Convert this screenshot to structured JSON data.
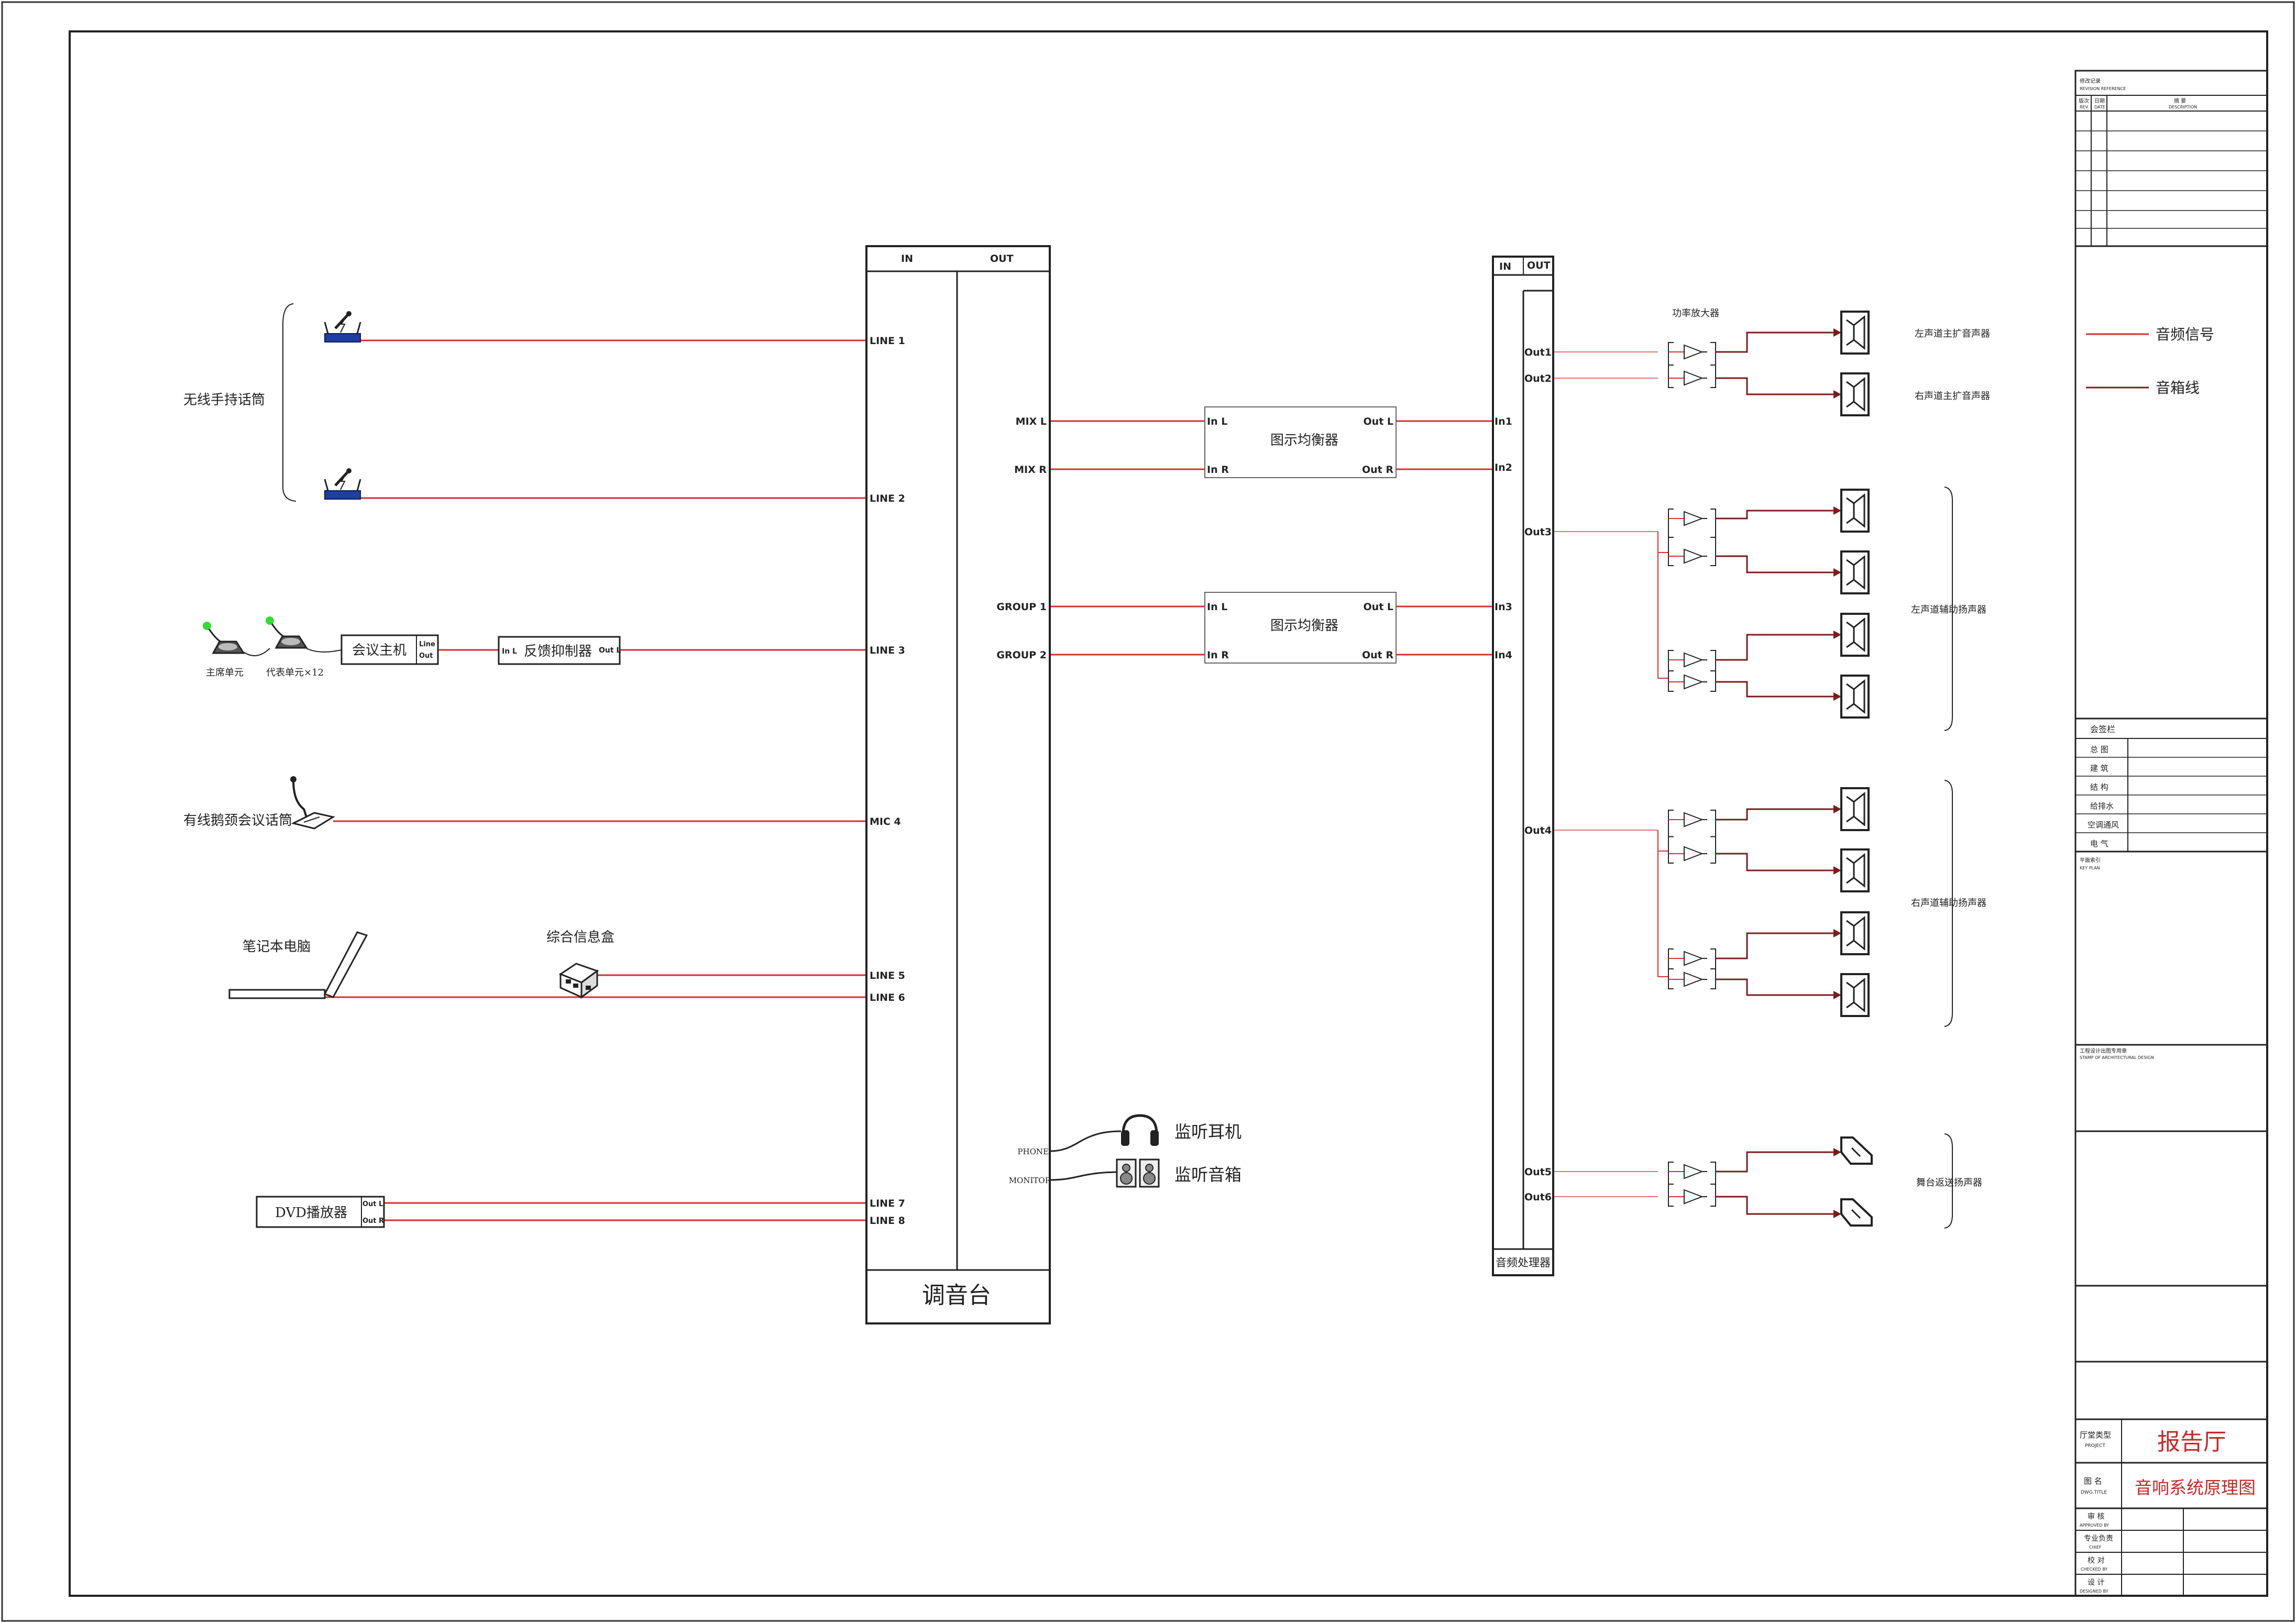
{
  "colors": {
    "audio_signal": "#d32f2f",
    "speaker_line": "#7a1c1c",
    "ink": "#222222",
    "blue_receiver": "#1e3fa0",
    "mic_green": "#33dd33",
    "title_red": "#c62828"
  },
  "sources": {
    "wireless_mic_group": "无线手持话筒",
    "chair_unit": "主席单元",
    "delegate_unit": "代表单元×12",
    "conference_host": "会议主机",
    "host_line": "Line",
    "host_out": "Out",
    "feedback_in": "In L",
    "feedback_suppressor": "反馈抑制器",
    "feedback_out": "Out L",
    "gooseneck_mic": "有线鹅颈会议话筒",
    "laptop": "笔记本电脑",
    "info_box": "综合信息盒",
    "dvd_player": "DVD播放器",
    "dvd_out_l": "Out L",
    "dvd_out_r": "Out R"
  },
  "mixer": {
    "in_header": "IN",
    "out_header": "OUT",
    "name": "调音台",
    "inputs": [
      "LINE 1",
      "LINE 2",
      "LINE 3",
      "MIC 4",
      "LINE 5",
      "LINE 6",
      "LINE 7",
      "LINE 8"
    ],
    "outputs": [
      "MIX L",
      "MIX R",
      "GROUP 1",
      "GROUP 2"
    ],
    "phone": "PHONE",
    "monitor": "MONITOR"
  },
  "monitors": {
    "headphones": "监听耳机",
    "speakers": "监听音箱"
  },
  "equalizers": [
    {
      "name": "图示均衡器",
      "in_l": "In L",
      "in_r": "In R",
      "out_l": "Out L",
      "out_r": "Out R"
    },
    {
      "name": "图示均衡器",
      "in_l": "In L",
      "in_r": "In R",
      "out_l": "Out L",
      "out_r": "Out R"
    }
  ],
  "processor": {
    "in_header": "IN",
    "out_header": "OUT",
    "name": "音频处理器",
    "inputs": [
      "In1",
      "In2",
      "In3",
      "In4"
    ],
    "outputs": [
      "Out1",
      "Out2",
      "Out3",
      "Out4",
      "Out5",
      "Out6"
    ]
  },
  "amplifier_label": "功率放大器",
  "speaker_labels": {
    "left_main": "左声道主扩音声器",
    "right_main": "右声道主扩音声器",
    "left_aux": "左声道辅助扬声器",
    "right_aux": "右声道辅助扬声器",
    "stage": "舞台返送扬声器"
  },
  "legend": {
    "audio_signal": "音频信号",
    "speaker_cable": "音箱线"
  },
  "title_block": {
    "revision_cn": "修改记录",
    "revision_en": "REVISION REFERENCE",
    "rev_cn": "版次",
    "rev_en": "REV.",
    "date_cn": "日期",
    "date_en": "DATE",
    "desc_cn": "摘 要",
    "desc_en": "DESCRIPTION",
    "signoff": "会签栏",
    "disciplines": [
      "总 图",
      "建 筑",
      "结 构",
      "给排水",
      "空调通风",
      "电 气"
    ],
    "key_plan_cn": "平面索引",
    "key_plan_en": "KEY PLAN",
    "stamp_cn": "工程设计出图专用章",
    "stamp_en": "STAMP OF ARCHITECTURAL DESIGN",
    "project_cn": "厅堂类型",
    "project_en": "PROJECT",
    "project_value": "报告厅",
    "dwg_cn": "图 名",
    "dwg_en": "DWG.TITLE",
    "dwg_value": "音响系统原理图",
    "approved_cn": "审 核",
    "approved_en": "APPROVED BY",
    "chief_cn": "专业负责",
    "chief_en": "CHIEF",
    "checked_cn": "校 对",
    "checked_en": "CHECKED BY",
    "designed_cn": "设 计",
    "designed_en": "DESIGNED BY"
  }
}
